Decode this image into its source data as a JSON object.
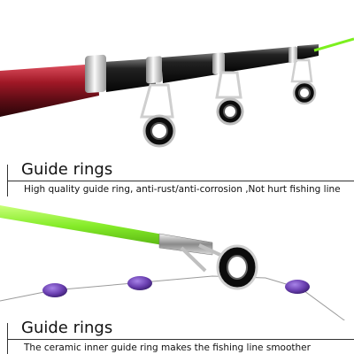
{
  "sections": [
    {
      "title": "Guide rings",
      "description": "High quality guide ring, anti-rust/anti-corrosion ,Not hurt fishing line"
    },
    {
      "title": "Guide rings",
      "description": "The ceramic inner guide ring makes the fishing line smoother"
    }
  ],
  "colors": {
    "background": "#ffffff",
    "rod_red": "#b0202a",
    "rod_black": "#151515",
    "fishing_line_green": "#7cf01e",
    "bead_purple": "#6a3fb0",
    "text": "#111111"
  }
}
